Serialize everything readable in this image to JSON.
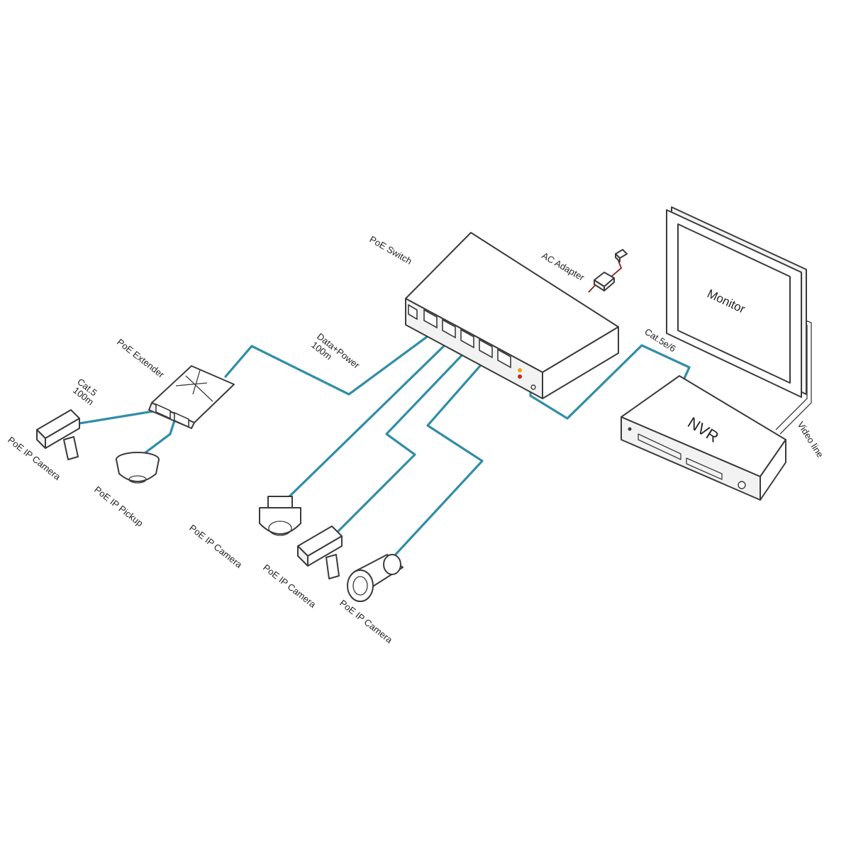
{
  "labels": {
    "poe_switch": "PoE  Switch",
    "ac_adapter": "AC Adapter",
    "monitor": "Monitor",
    "nvr": "NVR",
    "video_line": "Video line",
    "cat5e6": "Cat.5e/6",
    "data_power_line1": "Data+Power",
    "data_power_line2": "100m",
    "poe_extender": "PoE Extender",
    "cat5_line1": "Cat.5",
    "cat5_line2": "100m",
    "poe_ip_camera_left": "PoE IP Camera",
    "poe_ip_pickup": "PoE IP Pickup",
    "poe_ip_camera_dome": "PoE IP Camera",
    "poe_ip_camera_box": "PoE IP Camera",
    "poe_ip_camera_bullet": "PoE IP Camera"
  },
  "colors": {
    "cable": "#2f8fa8",
    "cable_outline": "#16596b",
    "power_cord": "#8b1a1a",
    "line": "#3a3a3a",
    "led_amber": "#e8a21a",
    "led_red": "#c0281e"
  },
  "icons": [
    "poe-switch-icon",
    "ac-adapter-icon",
    "monitor-icon",
    "nvr-icon",
    "poe-extender-icon",
    "box-camera-icon",
    "ceiling-pickup-icon",
    "speed-dome-camera-icon",
    "bullet-camera-icon"
  ]
}
